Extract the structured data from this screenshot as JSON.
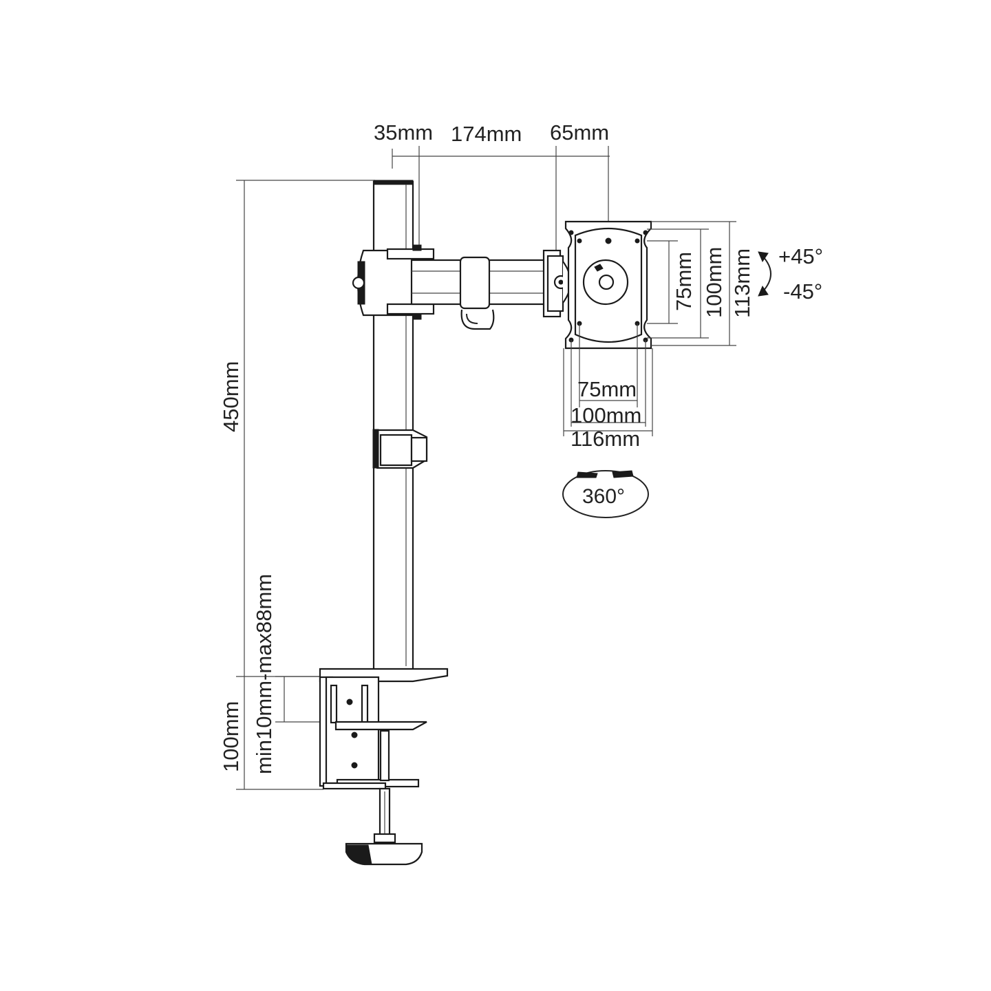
{
  "dimensions": {
    "pole_offset": "35mm",
    "arm_length": "174mm",
    "head_offset": "65mm",
    "pole_height": "450mm",
    "clamp_height": "100mm",
    "desk_thickness": "min10mm-max88mm",
    "vesa_vertical_small": "75mm",
    "vesa_vertical_large": "100mm",
    "plate_height": "113mm",
    "vesa_horizontal_small": "75mm",
    "vesa_horizontal_large": "100mm",
    "plate_width": "116mm"
  },
  "adjustments": {
    "tilt_up": "+45°",
    "tilt_down": "-45°",
    "rotation": "360°"
  }
}
